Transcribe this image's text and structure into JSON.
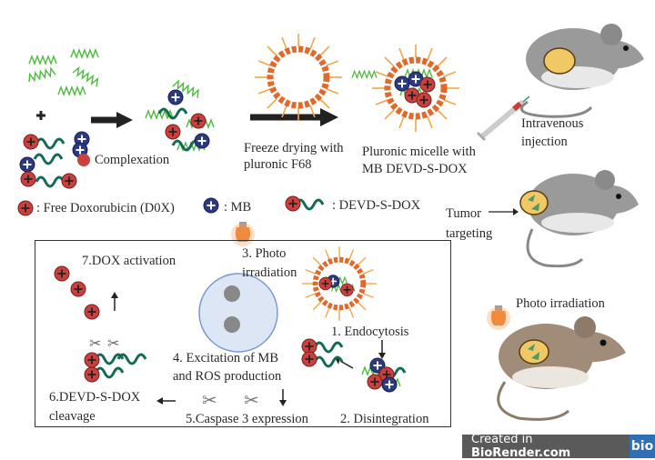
{
  "labels": {
    "complexation": "Complexation",
    "freeze_drying": [
      "Freeze drying with",
      "pluronic F68"
    ],
    "micelle": [
      "Pluronic micelle with",
      "MB DEVD-S-DOX"
    ],
    "intravenous": [
      "Intravenous",
      "injection"
    ],
    "tumor_targeting": [
      "Tumor",
      "targeting"
    ],
    "photo_irradiation_mouse": "Photo irradiation"
  },
  "legend": {
    "free_dox": ": Free Doxorubicin (D0X)",
    "mb": ": MB",
    "devd": ": DEVD-S-DOX"
  },
  "steps": {
    "s1": "1. Endocytosis",
    "s2": "2. Disintegration",
    "s3": [
      "3. Photo",
      "irradiation"
    ],
    "s4": [
      "4. Excitation of MB",
      "and ROS production"
    ],
    "s5": "5.Caspase 3 expression",
    "s6": [
      "6.DEVD-S-DOX",
      "cleavage"
    ],
    "s7": "7.DOX activation"
  },
  "colors": {
    "dox_red": "#c9403e",
    "mb_blue": "#2c3a80",
    "linker_teal": "#136b55",
    "pluronic_green": "#4cbb3c",
    "micelle_orange": "#e06a2c",
    "micelle_tail": "#f2a646",
    "mouse_gray": "#9a9a9a",
    "mouse_brown": "#a08c78",
    "tumor_yellow": "#f0c866"
  },
  "badge": {
    "prefix": "Created in ",
    "brand": "BioRender.com",
    "logo": "bio"
  }
}
